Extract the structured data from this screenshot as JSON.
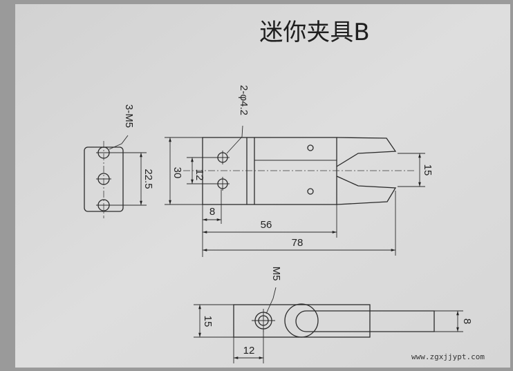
{
  "title": "迷你夹具B",
  "end_view": {
    "hole_label": "3-M5",
    "hole_pitch": "22.5"
  },
  "top_view": {
    "hole_label": "2-φ4.2",
    "height": "30",
    "hole_spacing": "12",
    "jaw_opening": "15",
    "hole_offset": "8",
    "body_length": "56",
    "total_length": "78"
  },
  "side_view": {
    "thread_label": "M5",
    "height": "15",
    "hole_offset": "12",
    "arm_width": "8"
  },
  "watermark": "www.zgxjjypt.com",
  "colors": {
    "page": "#dcdcdc",
    "ink": "#2a2a2a"
  }
}
